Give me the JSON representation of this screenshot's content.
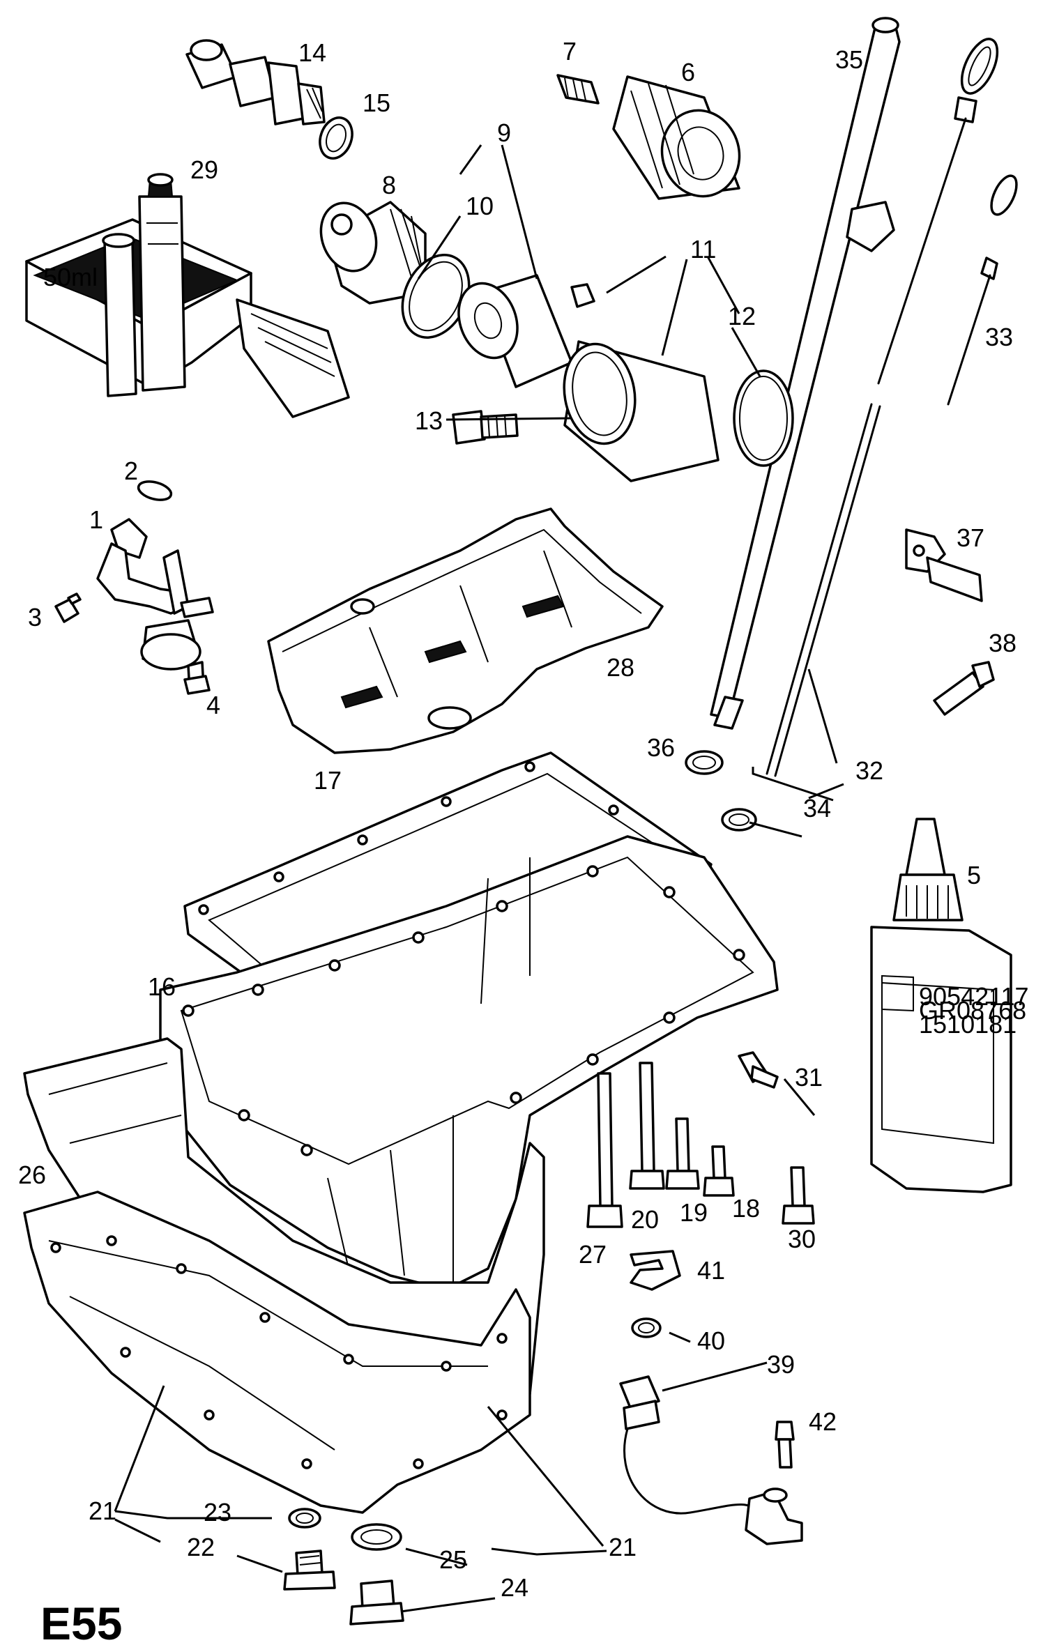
{
  "diagram_code": "E55",
  "callouts": [
    "1",
    "2",
    "3",
    "4",
    "5",
    "6",
    "7",
    "8",
    "9",
    "10",
    "11",
    "12",
    "13",
    "14",
    "15",
    "16",
    "17",
    "18",
    "19",
    "20",
    "21",
    "22",
    "23",
    "24",
    "25",
    "26",
    "27",
    "28",
    "29",
    "30",
    "31",
    "32",
    "33",
    "34",
    "35",
    "36",
    "37",
    "38",
    "39",
    "40",
    "41",
    "42"
  ],
  "tube_label": "50ml",
  "bottle_label_lines": [
    "90542117",
    "GR08768",
    "1510181"
  ]
}
